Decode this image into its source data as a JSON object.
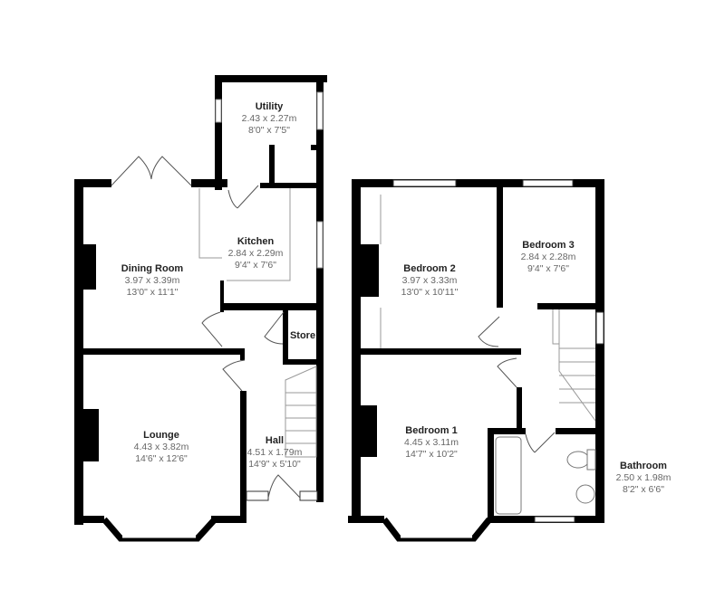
{
  "colors": {
    "wall": "#000000",
    "line": "#999999",
    "text": "#666666",
    "name": "#222222"
  },
  "rooms": {
    "utility": {
      "name": "Utility",
      "metric": "2.43 x 2.27m",
      "imperial": "8'0\" x 7'5\""
    },
    "kitchen": {
      "name": "Kitchen",
      "metric": "2.84 x 2.29m",
      "imperial": "9'4\" x 7'6\""
    },
    "dining": {
      "name": "Dining Room",
      "metric": "3.97 x 3.39m",
      "imperial": "13'0\" x 11'1\""
    },
    "store": {
      "name": "Store"
    },
    "lounge": {
      "name": "Lounge",
      "metric": "4.43 x 3.82m",
      "imperial": "14'6\" x 12'6\""
    },
    "hall": {
      "name": "Hall",
      "metric": "4.51 x 1.79m",
      "imperial": "14'9\" x 5'10\""
    },
    "bedroom2": {
      "name": "Bedroom 2",
      "metric": "3.97 x 3.33m",
      "imperial": "13'0\" x 10'11\""
    },
    "bedroom3": {
      "name": "Bedroom 3",
      "metric": "2.84 x 2.28m",
      "imperial": "9'4\" x 7'6\""
    },
    "bedroom1": {
      "name": "Bedroom 1",
      "metric": "4.45 x 3.11m",
      "imperial": "14'7\" x 10'2\""
    },
    "bathroom": {
      "name": "Bathroom",
      "metric": "2.50 x 1.98m",
      "imperial": "8'2\" x 6'6\""
    }
  }
}
